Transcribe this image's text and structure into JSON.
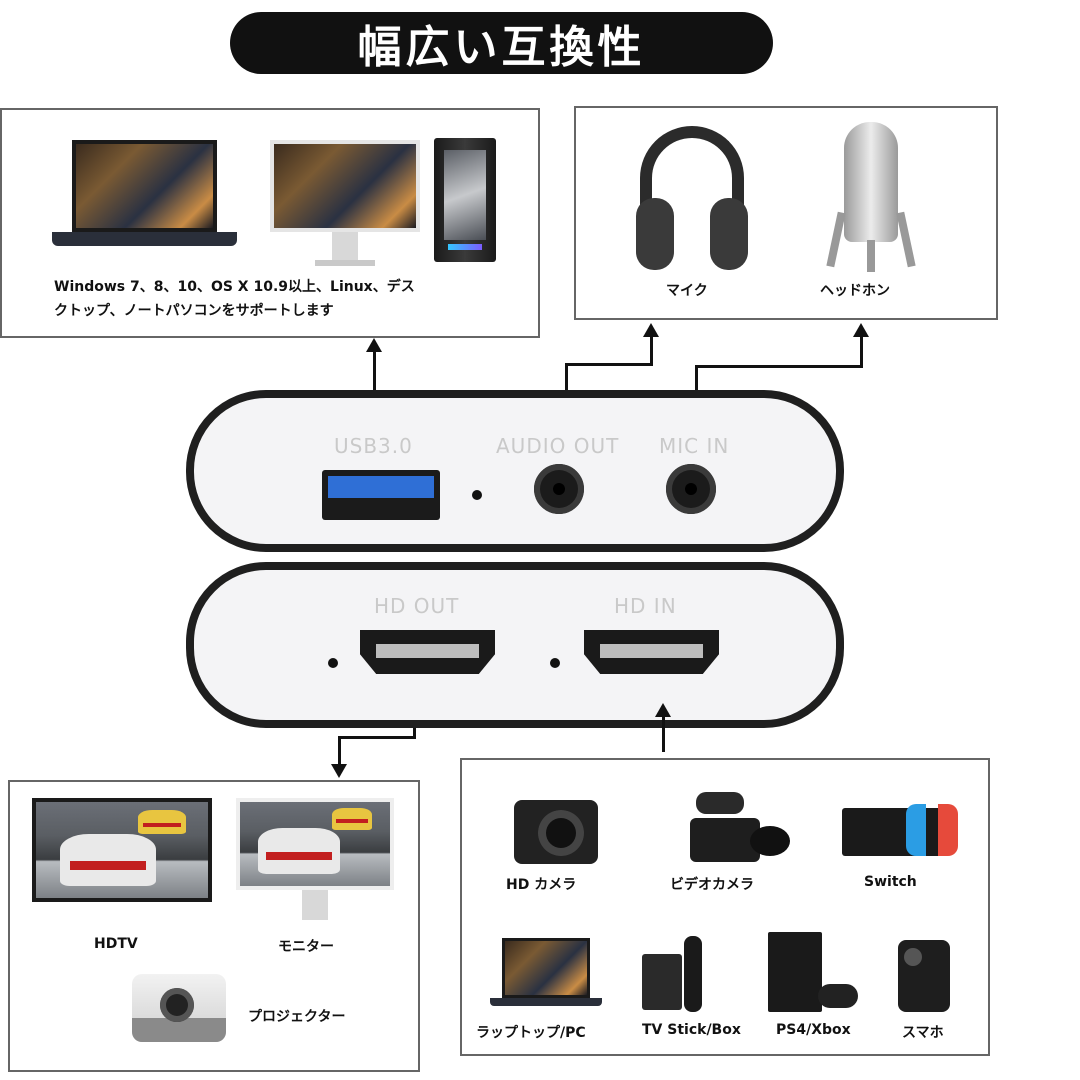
{
  "title": "幅広い互換性",
  "top_left_box": {
    "caption_line1": "Windows 7、8、10、OS X 10.9以上、Linux、デス",
    "caption_line2": "クトップ、ノートパソコンをサポートします"
  },
  "top_right_box": {
    "items": [
      {
        "icon": "headphones-icon",
        "label": "マイク"
      },
      {
        "icon": "microphone-icon",
        "label": "ヘッドホン"
      }
    ]
  },
  "device": {
    "top_panel": {
      "labels": [
        "USB3.0",
        "AUDIO OUT",
        "MIC IN"
      ]
    },
    "bottom_panel": {
      "labels": [
        "HD OUT",
        "HD IN"
      ]
    }
  },
  "bottom_left_box": {
    "items": [
      {
        "icon": "tv-icon",
        "label": "HDTV"
      },
      {
        "icon": "monitor-icon",
        "label": "モニター"
      },
      {
        "icon": "projector-icon",
        "label": "プロジェクター"
      }
    ]
  },
  "bottom_right_box": {
    "row1": [
      {
        "icon": "camera-icon",
        "label": "HD カメラ"
      },
      {
        "icon": "video-camera-icon",
        "label": "ビデオカメラ"
      },
      {
        "icon": "switch-console-icon",
        "label": "Switch"
      }
    ],
    "row2": [
      {
        "icon": "laptop-icon",
        "label": "ラップトップ/PC"
      },
      {
        "icon": "tv-stick-icon",
        "label": "TV Stick/Box"
      },
      {
        "icon": "ps4-icon",
        "label": "PS4/Xbox"
      },
      {
        "icon": "smartphone-icon",
        "label": "スマホ"
      }
    ]
  },
  "colors": {
    "accent": "#111111",
    "usb_blue": "#2f6fd6",
    "device_body": "#f4f4f6"
  }
}
